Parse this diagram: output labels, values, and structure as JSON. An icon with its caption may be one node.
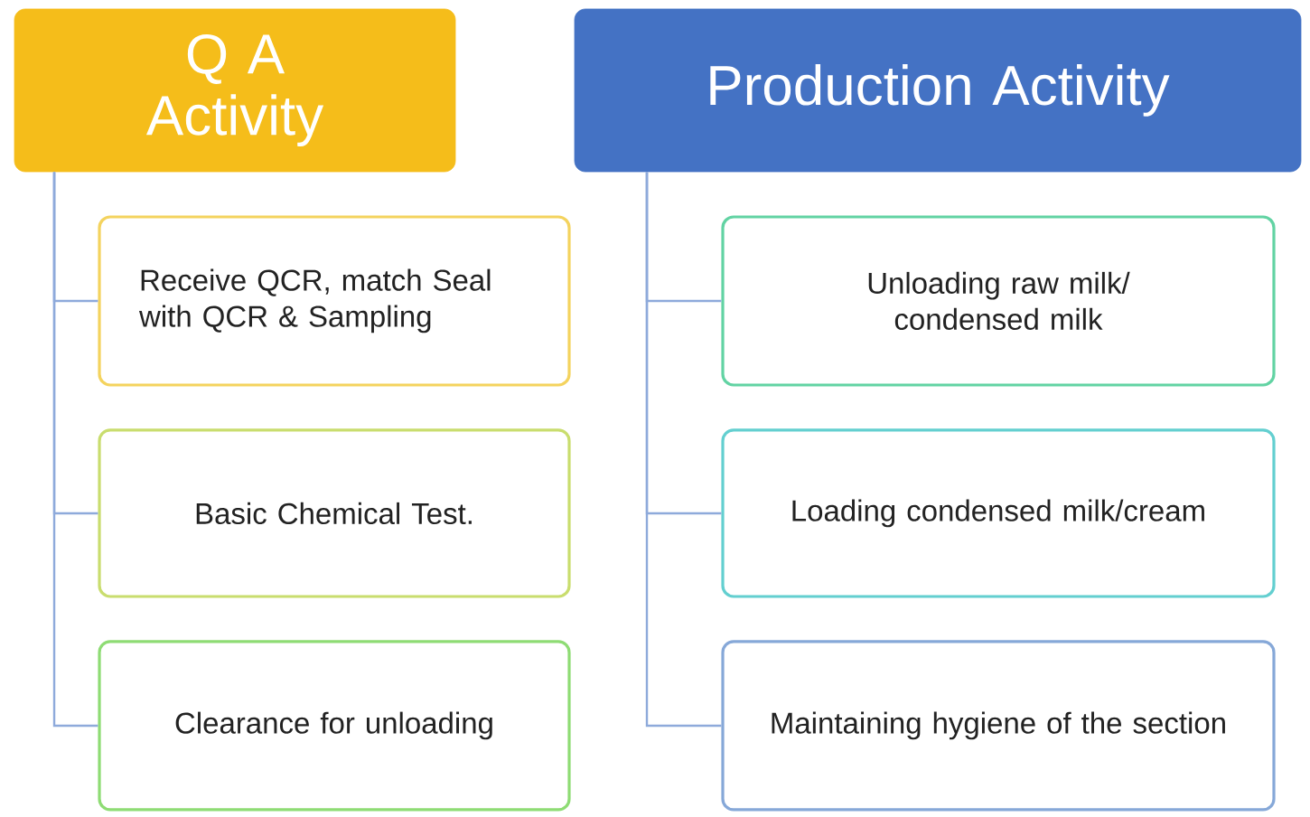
{
  "diagram": {
    "nodes": [
      {
        "text": [
          "Q A Activity"
        ]
      },
      {
        "text": [
          "Receive QCR, match Seal with QCR & Sampling"
        ]
      },
      {
        "text": [
          "Basic Chemical Test."
        ]
      },
      {
        "text": [
          "Clearance for unloading"
        ]
      },
      {
        "text": [
          "Production Activity"
        ]
      },
      {
        "text": [
          "Unloading raw milk/ condensed milk"
        ]
      },
      {
        "text": [
          "Loading condensed milk/cream"
        ]
      },
      {
        "text": [
          "Maintaining hygiene of the section"
        ]
      }
    ],
    "edges": [
      {
        "from": 0,
        "to": 1,
        "arrow": "none"
      },
      {
        "from": 0,
        "to": 2,
        "arrow": "none"
      },
      {
        "from": 0,
        "to": 3,
        "arrow": "none"
      },
      {
        "from": 4,
        "to": 5,
        "arrow": "none"
      },
      {
        "from": 4,
        "to": 6,
        "arrow": "none"
      },
      {
        "from": 4,
        "to": 7,
        "arrow": "none"
      }
    ]
  }
}
